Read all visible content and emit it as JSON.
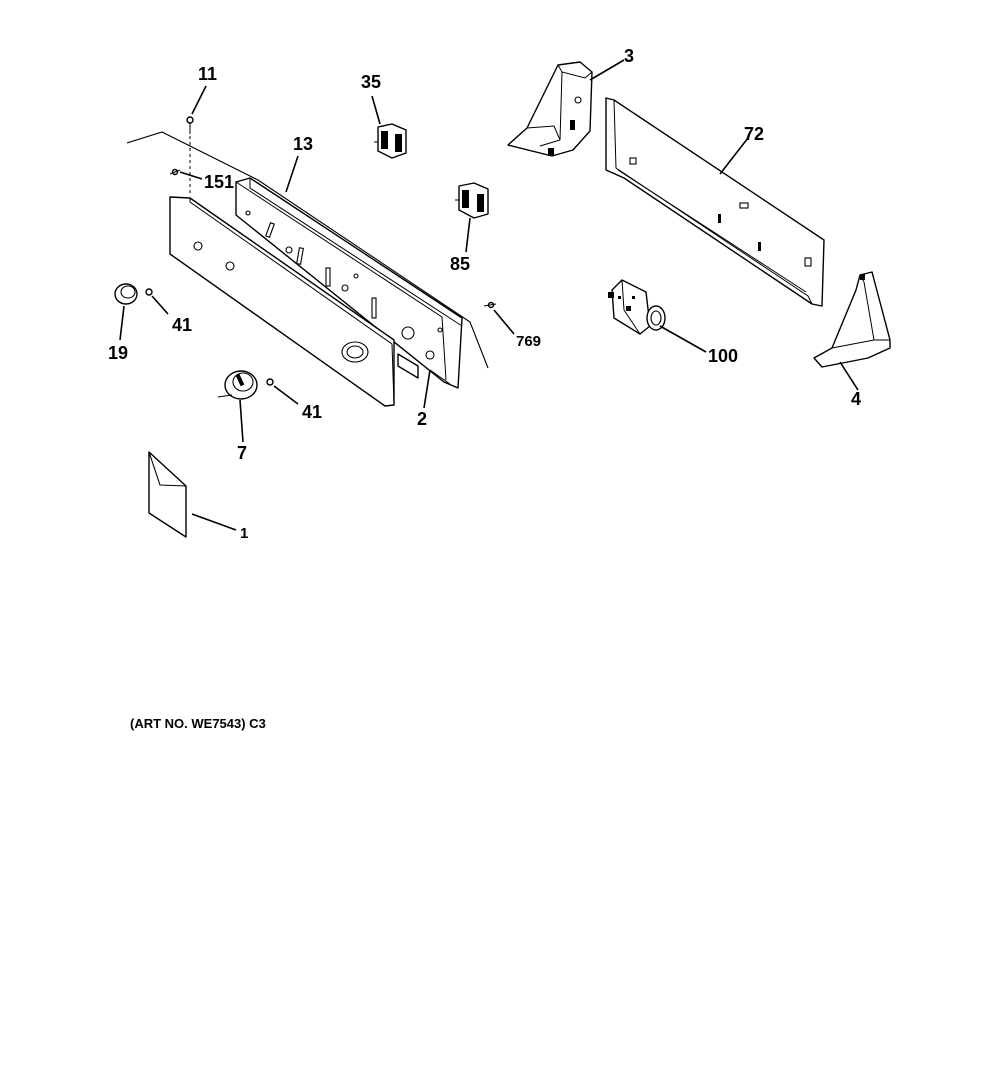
{
  "diagram": {
    "art_number": "(ART NO. WE7543) C3",
    "parts": [
      {
        "id": "manual",
        "label": "1"
      },
      {
        "id": "control-panel-assembly",
        "label": "2"
      },
      {
        "id": "end-cap-left",
        "label": "3"
      },
      {
        "id": "end-cap-right",
        "label": "4"
      },
      {
        "id": "knob-large",
        "label": "7"
      },
      {
        "id": "screw-top",
        "label": "11"
      },
      {
        "id": "control-panel-bracket",
        "label": "13"
      },
      {
        "id": "knob-small",
        "label": "19"
      },
      {
        "id": "switch-upper",
        "label": "35"
      },
      {
        "id": "spring-clip-left",
        "label": "41"
      },
      {
        "id": "spring-clip-center",
        "label": "41"
      },
      {
        "id": "rear-panel",
        "label": "72"
      },
      {
        "id": "switch-lower",
        "label": "85"
      },
      {
        "id": "timer",
        "label": "100"
      },
      {
        "id": "screw-side",
        "label": "151"
      },
      {
        "id": "screw-right",
        "label": "769"
      }
    ]
  }
}
